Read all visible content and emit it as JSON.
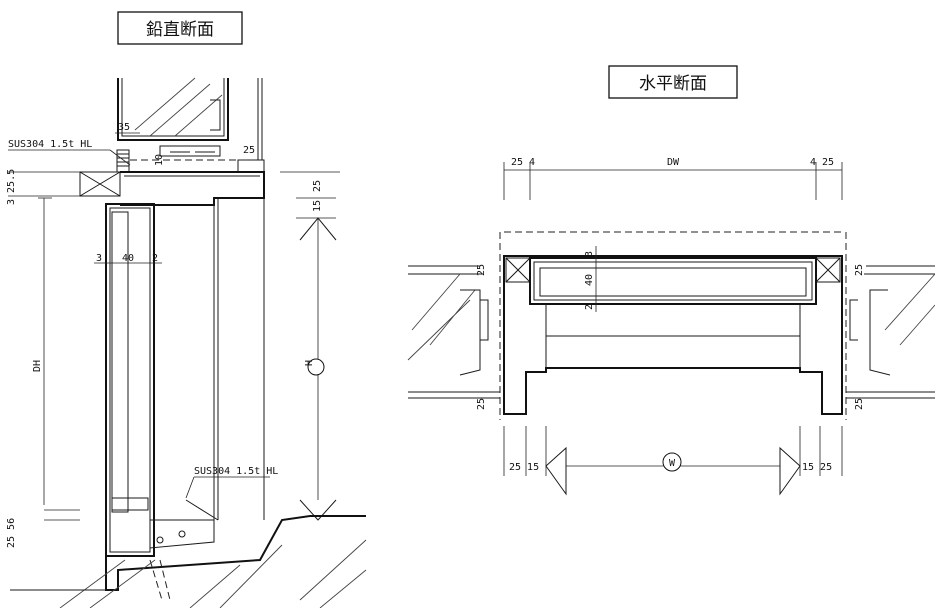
{
  "vertical_section": {
    "title": "鉛直断面",
    "material_top": "SUS304 1.5t HL",
    "material_bottom": "SUS304 1.5t HL",
    "dim_35": "35",
    "dim_25_top": "25",
    "dim_10": "10",
    "dim_3_25_5": "3 25.5",
    "dim_25_right": "25",
    "dim_15_right": "15",
    "dim_3": "3",
    "dim_40": "40",
    "dim_2": "2",
    "dh_label": "DH",
    "h_symbol": "H",
    "dim_25_56": "25 56"
  },
  "horizontal_section": {
    "title": "水平断面",
    "dim_25_4": "25 4",
    "dw_label": "DW",
    "dim_4_25": "4 25",
    "dim_25_left": "25",
    "dim_25_right": "25",
    "dim_3": "3",
    "dim_40": "40",
    "dim_2": "2",
    "dim_25_left_low": "25",
    "dim_25_right_low": "25",
    "dim_25_15": "25 15",
    "w_symbol": "W",
    "dim_15_25": "15 25"
  }
}
